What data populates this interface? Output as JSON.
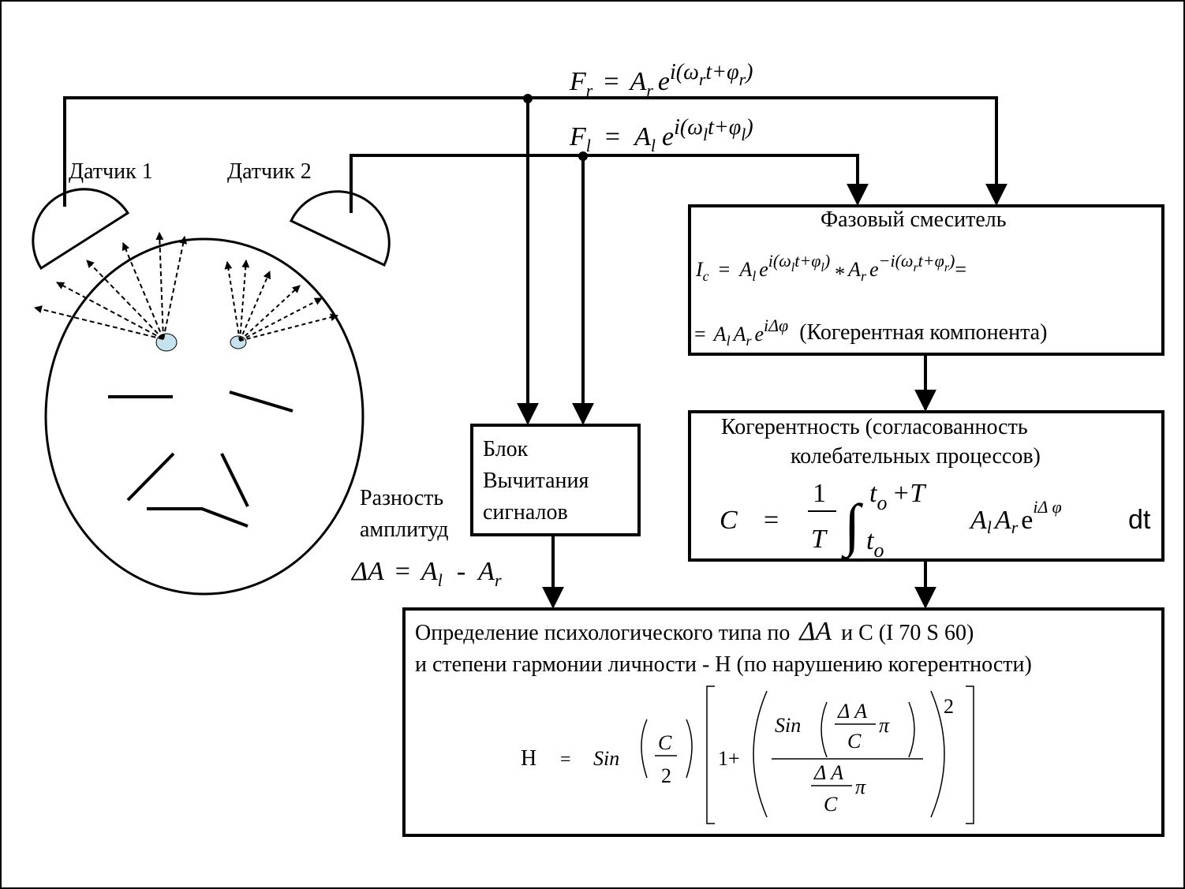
{
  "sensors": {
    "sensor1": "Датчик 1",
    "sensor2": "Датчик 2"
  },
  "signals": {
    "fr": {
      "lhs": "F",
      "lhs_sub": "r",
      "eq": "=",
      "amp": "A",
      "amp_sub": "r",
      "e": "e",
      "exp": "i(ω",
      "exp_sub1": "r",
      "exp_mid": "t+φ",
      "exp_sub2": "r",
      "exp_end": ")"
    },
    "fl": {
      "lhs": "F",
      "lhs_sub": "l",
      "eq": "=",
      "amp": "A",
      "amp_sub": "l",
      "e": "e",
      "exp": "i(ω",
      "exp_sub1": "l",
      "exp_mid": "t+φ",
      "exp_sub2": "l",
      "exp_end": ")"
    }
  },
  "phase_mixer": {
    "title": "Фазовый смеситель",
    "line1": {
      "ic": "I",
      "ic_sub": "c",
      "eq": "=",
      "a1": "A",
      "a1_sub": "l",
      "e1": "e",
      "exp1": "i(ω",
      "exp1_sub": "l",
      "exp1_mid": "t+φ",
      "exp1_sub2": "l",
      "exp1_end": ")",
      "star": "*",
      "a2": "A",
      "a2_sub": "r",
      "e2": "e",
      "exp2": "−i(ω",
      "exp2_sub": "r",
      "exp2_mid": "t+φ",
      "exp2_sub2": "r",
      "exp2_end": ")",
      "tail": "="
    },
    "line2": {
      "eq": "=",
      "a1": "A",
      "a1_sub": "l",
      "a2": "A",
      "a2_sub": "r",
      "e": "e",
      "exp": "iΔφ",
      "note": "(Когерентная компонента)"
    }
  },
  "coherence": {
    "title_line1": "Когерентность (согласованность",
    "title_line2": "колебательных процессов)",
    "formula": {
      "c": "C",
      "eq": "=",
      "num": "1",
      "den": "T",
      "upper": "t",
      "upper_sub": "o",
      "upper_tail": "+T",
      "lower": "t",
      "lower_sub": "o",
      "a1": "A",
      "a1_sub": "l",
      "a2": "A",
      "a2_sub": "r",
      "e": "e",
      "exp": "iΔ φ",
      "dt": "dt"
    }
  },
  "subtract_block": {
    "line1": "Блок",
    "line2": "Вычитания",
    "line3": "сигналов"
  },
  "amplitude_diff": {
    "line1": "Разность",
    "line2": "амплитуд",
    "formula": {
      "delta": "ΔA",
      "eq": "=",
      "a1": "A",
      "a1_sub": "l",
      "minus": "-",
      "a2": "A",
      "a2_sub": "r"
    }
  },
  "result": {
    "line1_pre": "Определение психологического типа  по",
    "line1_delta": "ΔA",
    "line1_post": "и С   (I 70 S 60)",
    "line2": "и степени гармонии личности  - Н (по нарушению когерентности)",
    "formula": {
      "h": "Н",
      "eq": "=",
      "sin": "Sin",
      "c": "C",
      "two": "2",
      "one_plus": "1+",
      "sin2": "Sin",
      "dA": "Δ A",
      "c2": "C",
      "pi": "π",
      "dA2": "Δ A",
      "c3": "C",
      "pi2": "π",
      "pow": "2"
    }
  }
}
